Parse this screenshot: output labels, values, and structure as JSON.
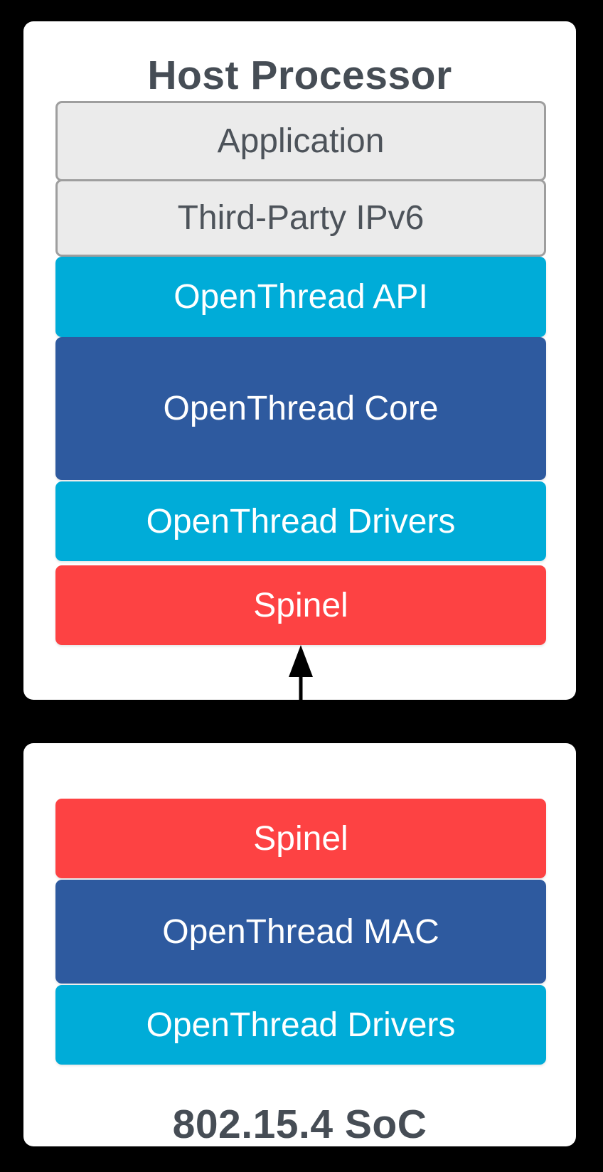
{
  "diagram": {
    "host_panel": {
      "title": "Host Processor",
      "layers": [
        {
          "label": "Application",
          "style": "gray"
        },
        {
          "label": "Third-Party IPv6",
          "style": "gray"
        },
        {
          "label": "OpenThread API",
          "style": "cyan"
        },
        {
          "label": "OpenThread Core",
          "style": "blue"
        },
        {
          "label": "OpenThread Drivers",
          "style": "cyan"
        },
        {
          "label": "Spinel",
          "style": "red"
        }
      ]
    },
    "soc_panel": {
      "title": "802.15.4 SoC",
      "layers": [
        {
          "label": "Spinel",
          "style": "red"
        },
        {
          "label": "OpenThread MAC",
          "style": "blue"
        },
        {
          "label": "OpenThread Drivers",
          "style": "cyan"
        }
      ]
    },
    "connector": {
      "icon": "double-headed-vertical-arrow-icon",
      "meaning": "link between host Spinel layer and SoC Spinel layer"
    },
    "colors": {
      "background": "#000000",
      "panel": "#FFFFFF",
      "cyan": "#00ACD8",
      "blue": "#2E5A9F",
      "red": "#FD4243",
      "gray_fill": "#EBEBEB",
      "gray_border": "#9E9E9E",
      "title_text": "#464D55",
      "gray_text": "#4D535A",
      "layer_text": "#FFFFFF",
      "arrow": "#000000"
    }
  }
}
